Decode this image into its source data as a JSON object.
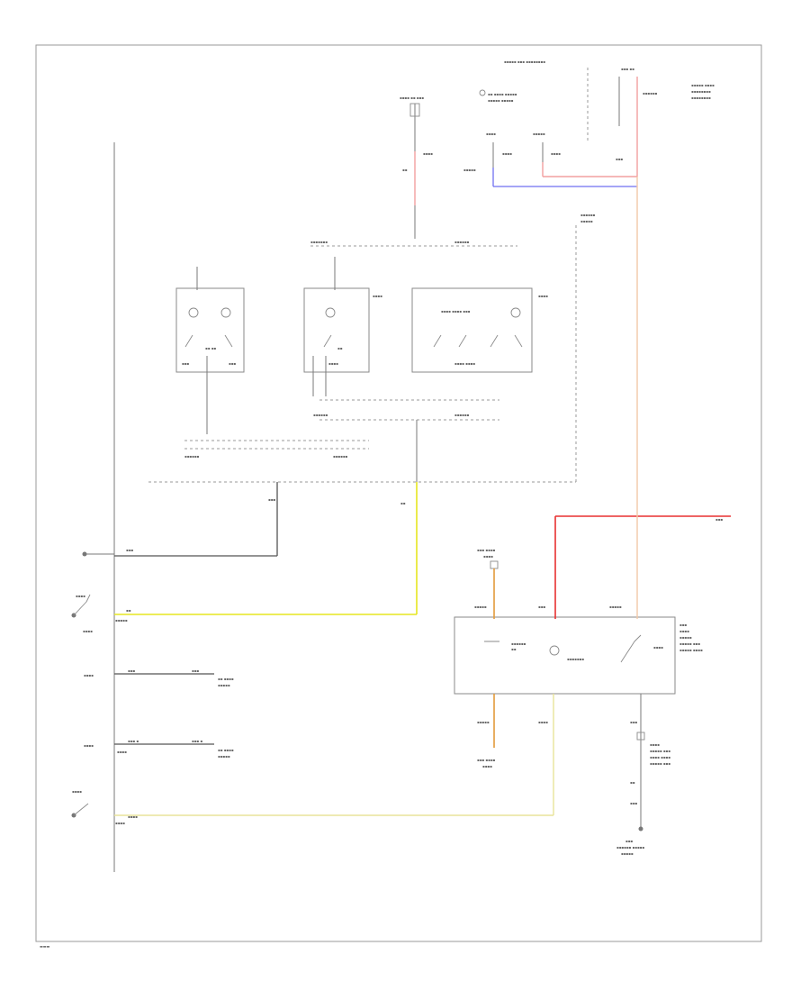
{
  "diagram": {
    "background": "#ffffff",
    "wire_colors": {
      "red": "#e83030",
      "pink": "#f2a0a0",
      "yellow": "#e6e620",
      "light_yellow": "#e8e39a",
      "blue": "#6f6ff0",
      "orange": "#e39a3a",
      "peach": "#f3c9a8",
      "black": "#555555"
    },
    "icons": [
      "ground-symbol",
      "switch-symbol",
      "lamp-symbol",
      "connector-dot"
    ]
  }
}
